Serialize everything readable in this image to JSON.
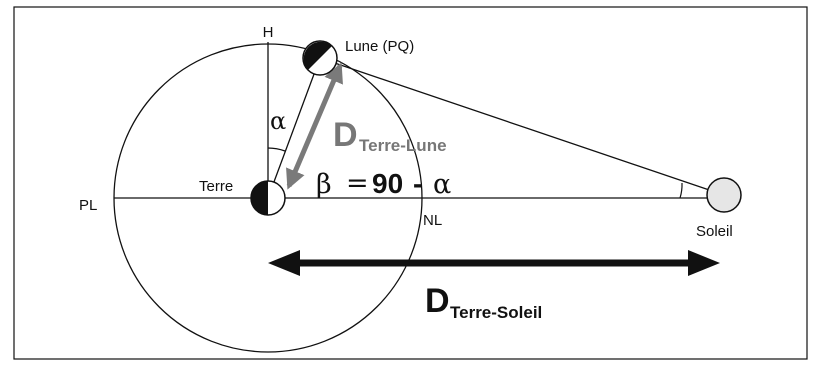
{
  "labels": {
    "h": "H",
    "moon": "Lune (PQ)",
    "alpha": "α",
    "d_earth_moon_main": "D",
    "d_earth_moon_sub": "Terre-Lune",
    "earth": "Terre",
    "pl": "PL",
    "beta_symbol": "β",
    "beta_equals": "=",
    "beta_value": "90",
    "beta_minus": "-",
    "beta_alpha": "α",
    "nl": "NL",
    "sun": "Soleil",
    "d_earth_sun_main": "D",
    "d_earth_sun_sub": "Terre-Soleil"
  },
  "colors": {
    "line": "#111111",
    "grey_arrow": "#7a7a7a",
    "sun_fill": "#e6e6e6"
  }
}
